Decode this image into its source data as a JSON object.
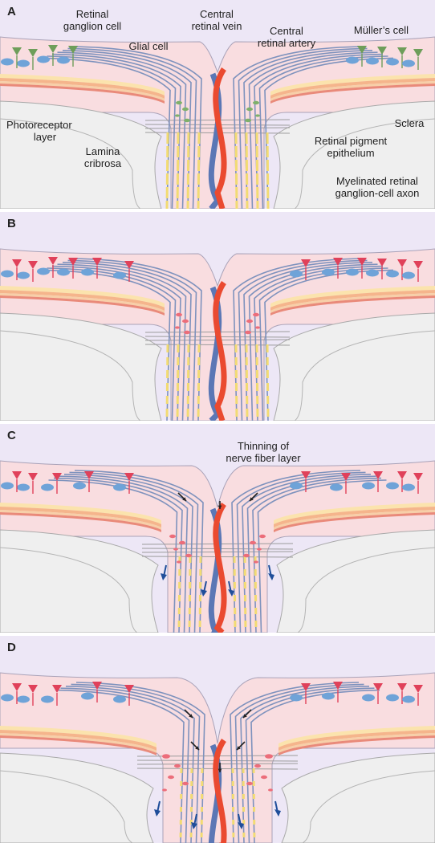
{
  "panels": [
    {
      "label": "A",
      "state": "normal",
      "annotations": [
        "Retinal ganglion cell",
        "Central retinal vein",
        "Central retinal artery",
        "Glial cell",
        "Müller's cell",
        "Photoreceptor layer",
        "Sclera",
        "Lamina cribrosa",
        "Retinal pigment epithelium",
        "Myelinated retinal ganglion-cell axon"
      ]
    },
    {
      "label": "B",
      "state": "early glaucoma",
      "annotations": []
    },
    {
      "label": "C",
      "state": "moderate glaucoma",
      "annotations": [
        "Thinning of nerve fiber layer"
      ]
    },
    {
      "label": "D",
      "state": "advanced glaucoma",
      "annotations": []
    }
  ],
  "labels": {
    "a_rgc_1": "Retinal",
    "a_rgc_2": "ganglion cell",
    "a_vein_1": "Central",
    "a_vein_2": "retinal vein",
    "a_artery_1": "Central",
    "a_artery_2": "retinal artery",
    "a_glial": "Glial cell",
    "a_muller": "Müller’s cell",
    "a_photo_1": "Photoreceptor",
    "a_photo_2": "layer",
    "a_sclera": "Sclera",
    "a_lamina_1": "Lamina",
    "a_lamina_2": "cribrosa",
    "a_rpe_1": "Retinal pigment",
    "a_rpe_2": "epithelium",
    "a_myel_1": "Myelinated retinal",
    "a_myel_2": "ganglion-cell axon",
    "c_thin_1": "Thinning of",
    "c_thin_2": "nerve fiber layer"
  },
  "colors": {
    "vitreous": "#ede7f6",
    "retina": "#f9dde0",
    "sclera": "#efefef",
    "choroid_orange": "#f5b58c",
    "choroid_yellow": "#fbe3ad",
    "axon_blue": "#7e92bd",
    "myelin_yellow": "#f2db73",
    "vein": "#5b77b5",
    "artery": "#ea4a30",
    "healthy_ganglion": "#6e9e5a",
    "damaged_ganglion": "#e0415a",
    "healthy_glia": "#7fb06b",
    "activated_glia": "#ec6d7a",
    "nucleus": "#6fa3d8",
    "flow_arrow": "#1f4e9a",
    "pointer_arrow": "#222222"
  }
}
